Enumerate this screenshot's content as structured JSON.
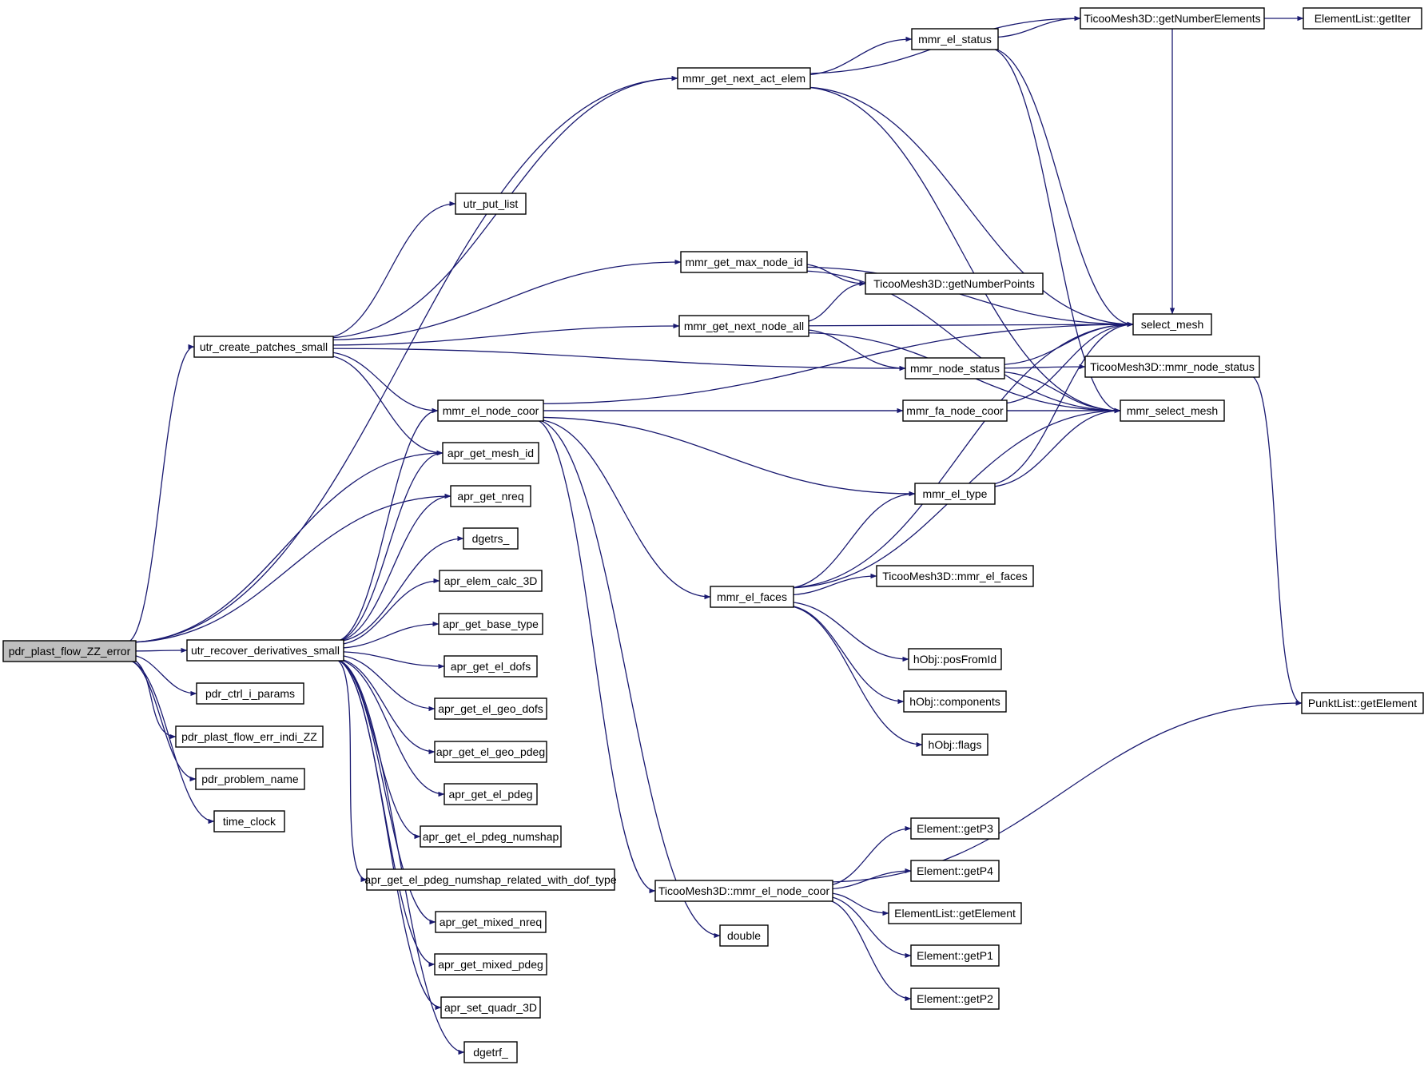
{
  "graph": {
    "colors": {
      "edge": "#191970",
      "root_fill": "#bfbfbf",
      "node_fill": "#ffffff",
      "node_border": "#000000",
      "truncated_border": "#ff0000"
    },
    "nodes": [
      {
        "id": "pdr_plast_flow_ZZ_error",
        "label": "pdr_plast_flow_ZZ_error",
        "root": true
      },
      {
        "id": "utr_create_patches_small",
        "label": "utr_create_patches_small"
      },
      {
        "id": "utr_recover_derivatives_small",
        "label": "utr_recover_derivatives_small"
      },
      {
        "id": "pdr_ctrl_i_params",
        "label": "pdr_ctrl_i_params"
      },
      {
        "id": "pdr_plast_flow_err_indi_ZZ",
        "label": "pdr_plast_flow_err_indi_ZZ"
      },
      {
        "id": "pdr_problem_name",
        "label": "pdr_problem_name"
      },
      {
        "id": "time_clock",
        "label": "time_clock"
      },
      {
        "id": "mmr_get_next_act_elem",
        "label": "mmr_get_next_act_elem"
      },
      {
        "id": "utr_put_list",
        "label": "utr_put_list"
      },
      {
        "id": "mmr_get_max_node_id",
        "label": "mmr_get_max_node_id"
      },
      {
        "id": "mmr_get_next_node_all",
        "label": "mmr_get_next_node_all"
      },
      {
        "id": "mmr_el_node_coor",
        "label": "mmr_el_node_coor"
      },
      {
        "id": "apr_get_mesh_id",
        "label": "apr_get_mesh_id"
      },
      {
        "id": "apr_get_nreq",
        "label": "apr_get_nreq"
      },
      {
        "id": "dgetrs_",
        "label": "dgetrs_"
      },
      {
        "id": "apr_elem_calc_3D",
        "label": "apr_elem_calc_3D"
      },
      {
        "id": "apr_get_base_type",
        "label": "apr_get_base_type"
      },
      {
        "id": "apr_get_el_dofs",
        "label": "apr_get_el_dofs"
      },
      {
        "id": "apr_get_el_geo_dofs",
        "label": "apr_get_el_geo_dofs"
      },
      {
        "id": "apr_get_el_geo_pdeg",
        "label": "apr_get_el_geo_pdeg"
      },
      {
        "id": "apr_get_el_pdeg",
        "label": "apr_get_el_pdeg"
      },
      {
        "id": "apr_get_el_pdeg_numshap",
        "label": "apr_get_el_pdeg_numshap"
      },
      {
        "id": "apr_get_el_pdeg_numshap_related_with_dof_type",
        "label": "apr_get_el_pdeg_numshap_related_with_dof_type"
      },
      {
        "id": "apr_get_mixed_nreq",
        "label": "apr_get_mixed_nreq"
      },
      {
        "id": "apr_get_mixed_pdeg",
        "label": "apr_get_mixed_pdeg"
      },
      {
        "id": "apr_set_quadr_3D",
        "label": "apr_set_quadr_3D"
      },
      {
        "id": "dgetrf_",
        "label": "dgetrf_"
      },
      {
        "id": "mmr_el_status",
        "label": "mmr_el_status"
      },
      {
        "id": "TicooMesh3D::getNumberElements",
        "label": "TicooMesh3D::getNumberElements"
      },
      {
        "id": "ElementList::getIter",
        "label": "ElementList::getIter"
      },
      {
        "id": "TicooMesh3D::getNumberPoints",
        "label": "TicooMesh3D::getNumberPoints",
        "truncated": true
      },
      {
        "id": "select_mesh",
        "label": "select_mesh"
      },
      {
        "id": "mmr_node_status",
        "label": "mmr_node_status"
      },
      {
        "id": "TicooMesh3D::mmr_node_status",
        "label": "TicooMesh3D::mmr_node_status",
        "truncated": true
      },
      {
        "id": "mmr_fa_node_coor",
        "label": "mmr_fa_node_coor",
        "truncated": true
      },
      {
        "id": "mmr_select_mesh",
        "label": "mmr_select_mesh"
      },
      {
        "id": "mmr_el_type",
        "label": "mmr_el_type"
      },
      {
        "id": "mmr_el_faces",
        "label": "mmr_el_faces"
      },
      {
        "id": "TicooMesh3D::mmr_el_faces",
        "label": "TicooMesh3D::mmr_el_faces",
        "truncated": true
      },
      {
        "id": "hObj::posFromId",
        "label": "hObj::posFromId"
      },
      {
        "id": "hObj::components",
        "label": "hObj::components"
      },
      {
        "id": "hObj::flags",
        "label": "hObj::flags"
      },
      {
        "id": "PunktList::getElement",
        "label": "PunktList::getElement"
      },
      {
        "id": "TicooMesh3D::mmr_el_node_coor",
        "label": "TicooMesh3D::mmr_el_node_coor",
        "truncated": true
      },
      {
        "id": "double",
        "label": "double"
      },
      {
        "id": "Element::getP3",
        "label": "Element::getP3"
      },
      {
        "id": "Element::getP4",
        "label": "Element::getP4"
      },
      {
        "id": "ElementList::getElement",
        "label": "ElementList::getElement"
      },
      {
        "id": "Element::getP1",
        "label": "Element::getP1"
      },
      {
        "id": "Element::getP2",
        "label": "Element::getP2"
      }
    ],
    "edges": [
      [
        "pdr_plast_flow_ZZ_error",
        "mmr_get_next_act_elem"
      ],
      [
        "pdr_plast_flow_ZZ_error",
        "utr_create_patches_small"
      ],
      [
        "pdr_plast_flow_ZZ_error",
        "apr_get_mesh_id"
      ],
      [
        "pdr_plast_flow_ZZ_error",
        "apr_get_nreq"
      ],
      [
        "pdr_plast_flow_ZZ_error",
        "utr_recover_derivatives_small"
      ],
      [
        "pdr_plast_flow_ZZ_error",
        "pdr_ctrl_i_params"
      ],
      [
        "pdr_plast_flow_ZZ_error",
        "pdr_plast_flow_err_indi_ZZ"
      ],
      [
        "pdr_plast_flow_ZZ_error",
        "pdr_problem_name"
      ],
      [
        "pdr_plast_flow_ZZ_error",
        "time_clock"
      ],
      [
        "utr_create_patches_small",
        "utr_put_list"
      ],
      [
        "utr_create_patches_small",
        "mmr_get_next_act_elem"
      ],
      [
        "utr_create_patches_small",
        "mmr_get_max_node_id"
      ],
      [
        "utr_create_patches_small",
        "mmr_get_next_node_all"
      ],
      [
        "utr_create_patches_small",
        "mmr_node_status"
      ],
      [
        "utr_create_patches_small",
        "mmr_el_node_coor"
      ],
      [
        "utr_create_patches_small",
        "apr_get_mesh_id"
      ],
      [
        "utr_recover_derivatives_small",
        "mmr_el_node_coor"
      ],
      [
        "utr_recover_derivatives_small",
        "apr_get_mesh_id"
      ],
      [
        "utr_recover_derivatives_small",
        "apr_get_nreq"
      ],
      [
        "utr_recover_derivatives_small",
        "dgetrs_"
      ],
      [
        "utr_recover_derivatives_small",
        "apr_elem_calc_3D"
      ],
      [
        "utr_recover_derivatives_small",
        "apr_get_base_type"
      ],
      [
        "utr_recover_derivatives_small",
        "apr_get_el_dofs"
      ],
      [
        "utr_recover_derivatives_small",
        "apr_get_el_geo_dofs"
      ],
      [
        "utr_recover_derivatives_small",
        "apr_get_el_geo_pdeg"
      ],
      [
        "utr_recover_derivatives_small",
        "apr_get_el_pdeg"
      ],
      [
        "utr_recover_derivatives_small",
        "apr_get_el_pdeg_numshap"
      ],
      [
        "utr_recover_derivatives_small",
        "apr_get_el_pdeg_numshap_related_with_dof_type"
      ],
      [
        "utr_recover_derivatives_small",
        "apr_get_mixed_nreq"
      ],
      [
        "utr_recover_derivatives_small",
        "apr_get_mixed_pdeg"
      ],
      [
        "utr_recover_derivatives_small",
        "apr_set_quadr_3D"
      ],
      [
        "utr_recover_derivatives_small",
        "dgetrf_"
      ],
      [
        "mmr_get_next_act_elem",
        "TicooMesh3D::getNumberElements"
      ],
      [
        "mmr_get_next_act_elem",
        "mmr_el_status"
      ],
      [
        "mmr_get_next_act_elem",
        "select_mesh"
      ],
      [
        "mmr_get_next_act_elem",
        "mmr_select_mesh"
      ],
      [
        "mmr_el_status",
        "TicooMesh3D::getNumberElements"
      ],
      [
        "mmr_el_status",
        "select_mesh"
      ],
      [
        "mmr_el_status",
        "mmr_select_mesh"
      ],
      [
        "TicooMesh3D::getNumberElements",
        "ElementList::getIter"
      ],
      [
        "TicooMesh3D::getNumberElements",
        "select_mesh"
      ],
      [
        "mmr_get_max_node_id",
        "TicooMesh3D::getNumberPoints"
      ],
      [
        "mmr_get_max_node_id",
        "select_mesh"
      ],
      [
        "mmr_get_max_node_id",
        "mmr_select_mesh"
      ],
      [
        "mmr_get_next_node_all",
        "TicooMesh3D::getNumberPoints"
      ],
      [
        "mmr_get_next_node_all",
        "select_mesh"
      ],
      [
        "mmr_get_next_node_all",
        "mmr_node_status"
      ],
      [
        "mmr_get_next_node_all",
        "mmr_select_mesh"
      ],
      [
        "mmr_node_status",
        "select_mesh"
      ],
      [
        "mmr_node_status",
        "TicooMesh3D::mmr_node_status"
      ],
      [
        "mmr_node_status",
        "mmr_select_mesh"
      ],
      [
        "TicooMesh3D::mmr_node_status",
        "PunktList::getElement"
      ],
      [
        "mmr_el_node_coor",
        "select_mesh"
      ],
      [
        "mmr_el_node_coor",
        "mmr_fa_node_coor"
      ],
      [
        "mmr_el_node_coor",
        "mmr_el_type"
      ],
      [
        "mmr_el_node_coor",
        "mmr_el_faces"
      ],
      [
        "mmr_el_node_coor",
        "mmr_select_mesh"
      ],
      [
        "mmr_el_node_coor",
        "TicooMesh3D::mmr_el_node_coor"
      ],
      [
        "mmr_el_node_coor",
        "double"
      ],
      [
        "mmr_fa_node_coor",
        "select_mesh"
      ],
      [
        "mmr_fa_node_coor",
        "mmr_select_mesh"
      ],
      [
        "mmr_el_type",
        "select_mesh"
      ],
      [
        "mmr_el_type",
        "mmr_select_mesh"
      ],
      [
        "mmr_el_faces",
        "mmr_el_type"
      ],
      [
        "mmr_el_faces",
        "select_mesh"
      ],
      [
        "mmr_el_faces",
        "TicooMesh3D::mmr_el_faces"
      ],
      [
        "mmr_el_faces",
        "mmr_select_mesh"
      ],
      [
        "mmr_el_faces",
        "hObj::posFromId"
      ],
      [
        "mmr_el_faces",
        "hObj::components"
      ],
      [
        "mmr_el_faces",
        "hObj::flags"
      ],
      [
        "TicooMesh3D::mmr_el_node_coor",
        "Element::getP3"
      ],
      [
        "TicooMesh3D::mmr_el_node_coor",
        "Element::getP4"
      ],
      [
        "TicooMesh3D::mmr_el_node_coor",
        "ElementList::getElement"
      ],
      [
        "TicooMesh3D::mmr_el_node_coor",
        "Element::getP1"
      ],
      [
        "TicooMesh3D::mmr_el_node_coor",
        "Element::getP2"
      ],
      [
        "TicooMesh3D::mmr_el_node_coor",
        "PunktList::getElement"
      ]
    ]
  }
}
